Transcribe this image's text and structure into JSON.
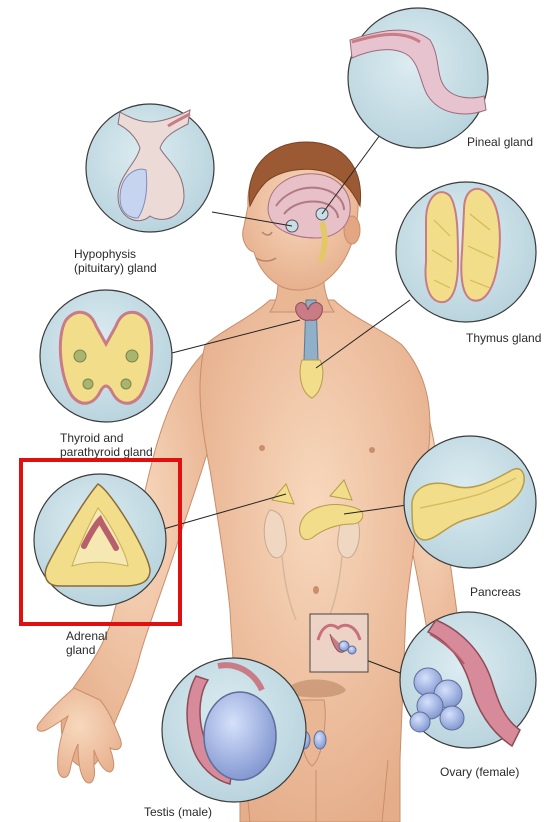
{
  "labels": {
    "pineal": "Pineal gland",
    "hypophysis_line1": "Hypophysis",
    "hypophysis_line2": "(pituitary) gland",
    "thymus": "Thymus gland",
    "thyroid_line1": "Thyroid and",
    "thyroid_line2": "parathyroid gland",
    "adrenal_line1": "Adrenal",
    "adrenal_line2": "gland",
    "pancreas": "Pancreas",
    "ovary": "Ovary (female)",
    "testis": "Testis (male)"
  },
  "highlight": {
    "target": "adrenal-gland-inset",
    "color": "#e01010"
  },
  "colors": {
    "skin": "#f2c8a6",
    "skin_shade": "#e2a683",
    "inset_bg": "#c9dfe6",
    "inset_border": "#3a3a3a",
    "gland_yellow": "#f1dd8a",
    "tissue_pink": "#c97b86",
    "hair": "#9b5a33",
    "organ_blue": "#8ea6d8"
  }
}
